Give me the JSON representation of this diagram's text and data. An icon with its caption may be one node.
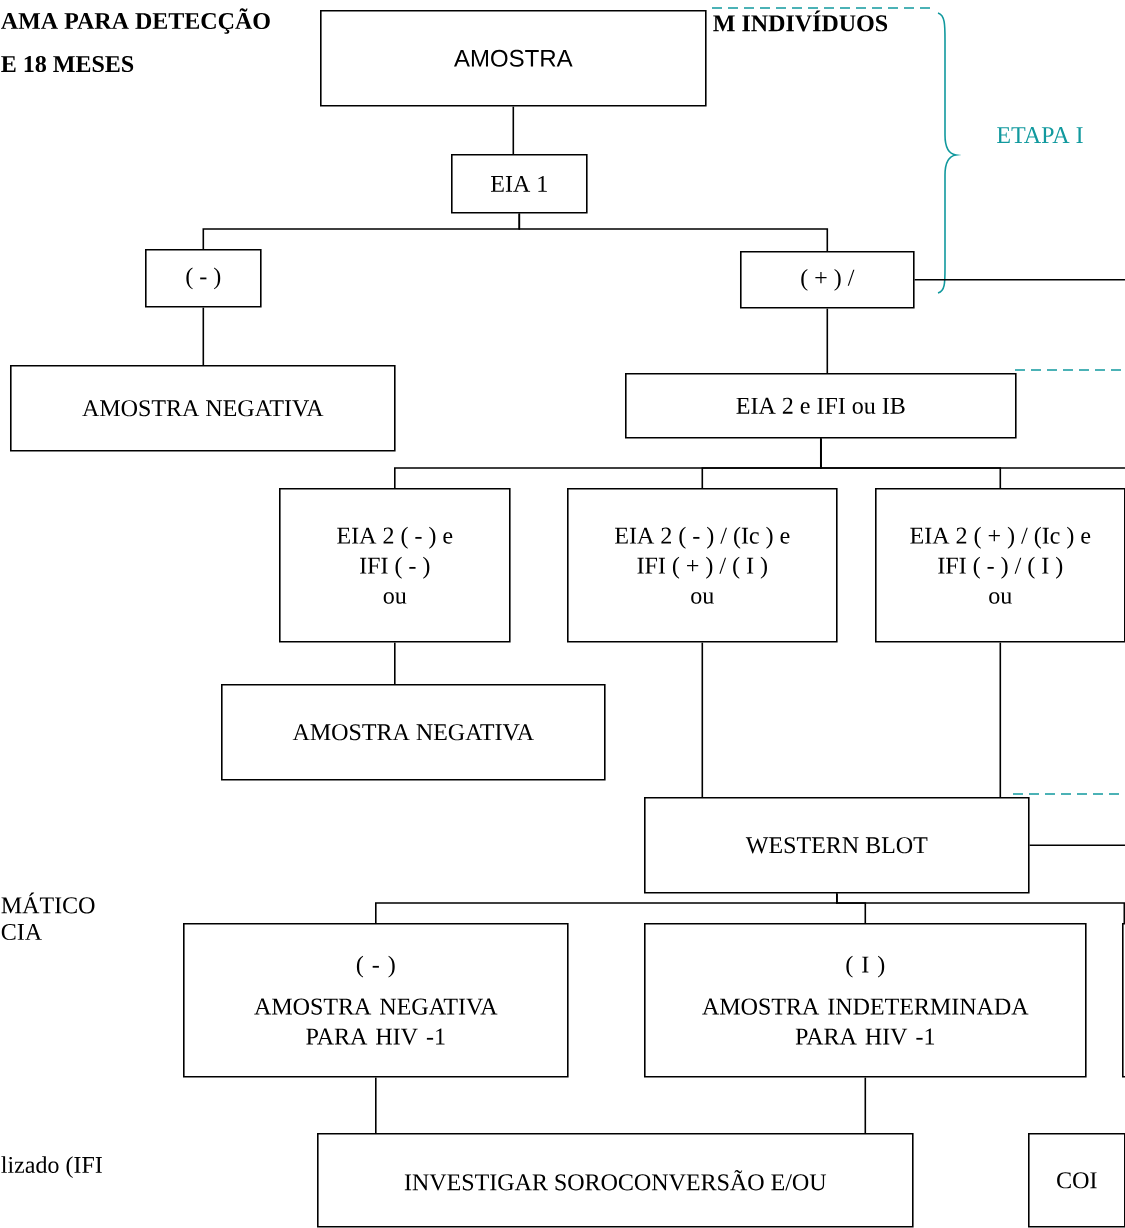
{
  "diagram": {
    "nodes": [
      {
        "text": [
          "AMOSTRA"
        ]
      },
      {
        "text": [
          "EIA 1"
        ]
      },
      {
        "text": [
          "( - )"
        ]
      },
      {
        "text": [
          "( + ) /"
        ]
      },
      {
        "text": [
          "AMOSTRA NEGATIVA"
        ]
      },
      {
        "text": [
          "EIA 2 e IFI ou IB"
        ]
      },
      {
        "text": [
          "EIA 2 ( - ) e",
          "IFI ( - )",
          "ou"
        ]
      },
      {
        "text": [
          "EIA 2 ( - ) / (Ic ) e",
          "IFI ( + ) / ( I )",
          "ou"
        ]
      },
      {
        "text": [
          "EIA 2 ( + ) / (Ic ) e",
          "IFI ( - ) / ( I )",
          "ou"
        ]
      },
      {
        "text": [
          "AMOSTRA NEGATIVA"
        ]
      },
      {
        "text": [
          "WESTERN BLOT"
        ]
      },
      {
        "text": [
          "( - )",
          "AMOSTRA NEGATIVA PARA HIV -1"
        ]
      },
      {
        "text": [
          "( I )",
          "AMOSTRA INDETERMINADA PARA HIV -1"
        ]
      },
      {
        "text": [],
        "shape": "box"
      },
      {
        "text": [
          "INVESTIGAR SOROCONVERSÃO E/OU"
        ]
      },
      {
        "text": [
          "COI"
        ]
      }
    ],
    "edges": [
      {
        "from": 0,
        "to": 1,
        "arrow": "none"
      },
      {
        "from": 1,
        "to": 2,
        "arrow": "none"
      },
      {
        "from": 1,
        "to": 3,
        "arrow": "none"
      },
      {
        "from": 2,
        "to": 4,
        "arrow": "none"
      },
      {
        "from": 3,
        "to": 5,
        "arrow": "none"
      },
      {
        "from": 3,
        "to": null,
        "arrow": "none"
      },
      {
        "from": 5,
        "to": 6,
        "arrow": "none"
      },
      {
        "from": 5,
        "to": 7,
        "arrow": "none"
      },
      {
        "from": 5,
        "to": 8,
        "arrow": "none"
      },
      {
        "from": 5,
        "to": null,
        "arrow": "none"
      },
      {
        "from": 6,
        "to": 9,
        "arrow": "none"
      },
      {
        "from": 7,
        "to": 10,
        "arrow": "none"
      },
      {
        "from": 8,
        "to": 10,
        "arrow": "none"
      },
      {
        "from": 10,
        "to": null,
        "arrow": "none"
      },
      {
        "from": 10,
        "to": 11,
        "arrow": "none"
      },
      {
        "from": 10,
        "to": 12,
        "arrow": "none"
      },
      {
        "from": 10,
        "to": 13,
        "arrow": "none"
      },
      {
        "from": 11,
        "to": 14,
        "arrow": "none"
      },
      {
        "from": 12,
        "to": 14,
        "arrow": "none"
      }
    ],
    "labels": [
      "AMA PARA DETECÇÃO",
      "M INDIVÍDUOS",
      "E 18 MESES",
      "ETAPA I",
      "MÁTICO",
      "CIA",
      "lizado (IFI"
    ]
  }
}
